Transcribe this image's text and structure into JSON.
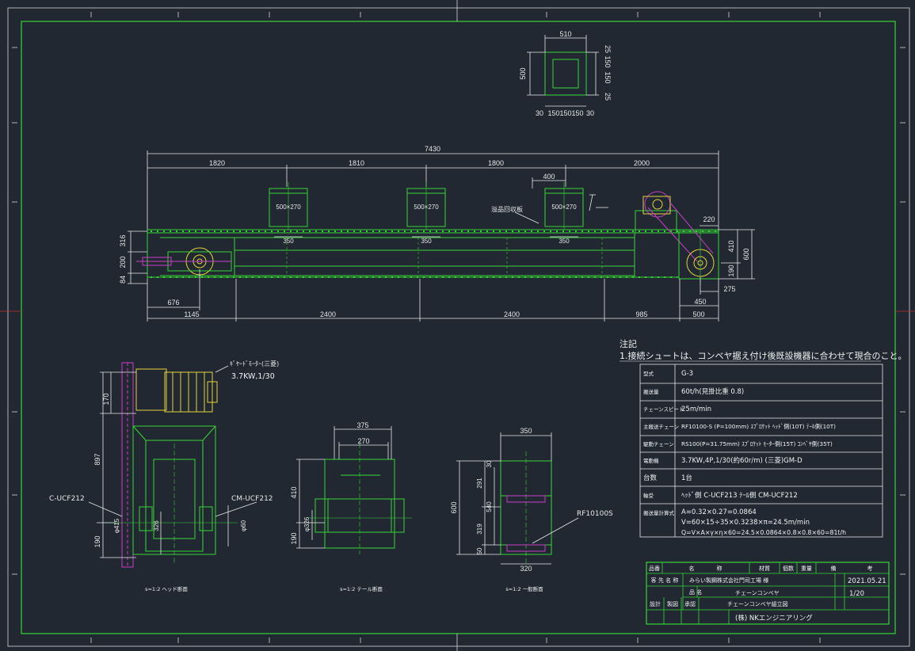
{
  "top_view": {
    "dims": [
      "510",
      "25",
      "150",
      "150",
      "25",
      "500",
      "30",
      "150",
      "150",
      "150",
      "30"
    ]
  },
  "main_view": {
    "overall": "7430",
    "spans_top": [
      "1820",
      "1810",
      "1800",
      "2000"
    ],
    "inlet_400": "400",
    "chutes": [
      "500×270",
      "500×270",
      "500×270"
    ],
    "chute_350": [
      "350",
      "350",
      "350"
    ],
    "label_chute": "溢品回収板",
    "right_220": "220",
    "left_dims": [
      "316",
      "200",
      "84"
    ],
    "right_dims": [
      "410",
      "600",
      "190"
    ],
    "bottom_676": "676",
    "bottom_450": "450",
    "bottom_275": "275",
    "bottom_row": [
      "1145",
      "2400",
      "2400",
      "985",
      "500"
    ]
  },
  "section_left": {
    "motor_label": "ｷﾞﾔｰﾄﾞﾓｰﾀｰ(三菱)",
    "motor_spec": "3.7KW,1/30",
    "dim_170": "170",
    "dim_897": "897",
    "dim_190": "190",
    "dim_415": "φ415",
    "dim_326": "326",
    "dim_60": "φ60",
    "bearing_left": "C-UCF212",
    "bearing_right": "CM-UCF212",
    "caption": "s=1:2 ヘッド断面"
  },
  "section_mid": {
    "dim_375": "375",
    "dim_270": "270",
    "dim_410": "410",
    "dim_190": "190",
    "dim_326": "φ326",
    "caption": "s=1:2 テール断面"
  },
  "section_right": {
    "dim_350": "350",
    "dim_30": "30",
    "dim_291": "291",
    "dim_600": "600",
    "dim_540": "540",
    "dim_319": "319",
    "dim_50": "50",
    "dim_320": "320",
    "chain_label": "RF10100S",
    "caption": "s=1:2 一般断面"
  },
  "notes": {
    "title": "注記",
    "line1": "1.接続シュートは、コンベヤ据え付け後既設機器に合わせて現合のこと。"
  },
  "spec_table": {
    "rows": [
      {
        "label": "型式",
        "value": "G-3"
      },
      {
        "label": "搬送量",
        "value": "60t/h(見掛比重 0.8)"
      },
      {
        "label": "チェーンスピード",
        "value": "25m/min"
      },
      {
        "label": "主搬送チェーン",
        "value": "RF10100-S (P=100mm)  ｽﾌﾟﾛｹｯﾄ ﾍｯﾄﾞ側(10T) ﾃｰﾙ側(10T)"
      },
      {
        "label": "駆動チェーン",
        "value": "RS100(P=31.75mm)  ｽﾌﾟﾛｹｯﾄ ﾓｰﾀｰ側(15T) ｺﾝﾍﾞﾔ側(35T)"
      },
      {
        "label": "電動機",
        "value": "3.7KW,4P,1/30(約60r/m)  (三菱)GM-D"
      },
      {
        "label": "台数",
        "value": "1台"
      },
      {
        "label": "軸受",
        "value": "ﾍｯﾄﾞ側 C-UCF213 ﾃｰﾙ側 CM-UCF212"
      }
    ],
    "calc_label": "搬送量計算式",
    "calc_lines": [
      "A=0.32×0.27=0.0864",
      "V=60×15÷35×0.3238×π=24.5m/min",
      "Q=V×A×γ×η×60=24.5×0.0864×0.8×0.8×60=81t/h"
    ]
  },
  "title_block": {
    "header": [
      "品番",
      "名",
      "称",
      "材質",
      "個数",
      "重量",
      "備",
      "考"
    ],
    "customer_label": "客 先 名 称",
    "customer": "みらい製鋼株式会社門司工場 様",
    "date": "2021.05.21",
    "item_label": "品 名",
    "product": "チェーンコンベヤ",
    "drawing": "チェーンコンベヤ組立図",
    "scale": "1/20",
    "roles": [
      "設計",
      "製図",
      "承認"
    ],
    "company": "(株) NKエンジニアリング"
  }
}
